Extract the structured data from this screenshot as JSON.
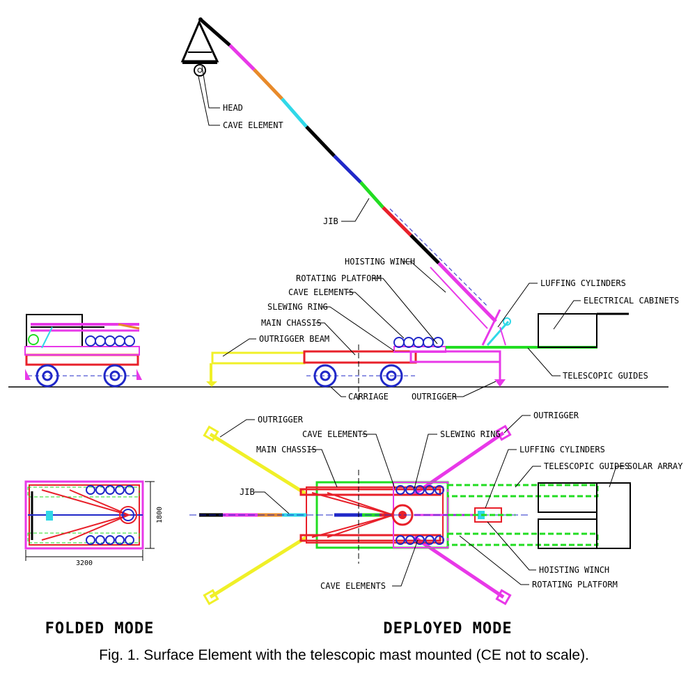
{
  "labels": {
    "head": "HEAD",
    "cave_element": "CAVE ELEMENT",
    "jib": "JIB",
    "hoisting_winch": "HOISTING WINCH",
    "rotating_platform": "ROTATING PLATFORM",
    "cave_elements": "CAVE ELEMENTS",
    "slewing_ring": "SLEWING RING",
    "main_chassis": "MAIN CHASSIS",
    "outrigger_beam": "OUTRIGGER BEAM",
    "luffing_cylinders": "LUFFING CYLINDERS",
    "electrical_cabinets": "ELECTRICAL CABINETS",
    "telescopic_guides": "TELESCOPIC GUIDES",
    "carriage": "CARRIAGE",
    "outrigger": "OUTRIGGER",
    "solar_array": "SOLAR ARRAY"
  },
  "dimensions": {
    "length": "3200",
    "width": "1800"
  },
  "modes": {
    "folded": "FOLDED MODE",
    "deployed": "DEPLOYED MODE"
  },
  "caption": "Fig. 1. Surface Element with the telescopic mast mounted (CE not to scale).",
  "colors": {
    "red": "#e8202a",
    "magenta": "#e838e8",
    "yellow": "#f0f028",
    "green": "#22dd22",
    "cyan": "#30d8e8",
    "blue": "#2028c8",
    "black": "#000000",
    "orange": "#e88a2a"
  }
}
